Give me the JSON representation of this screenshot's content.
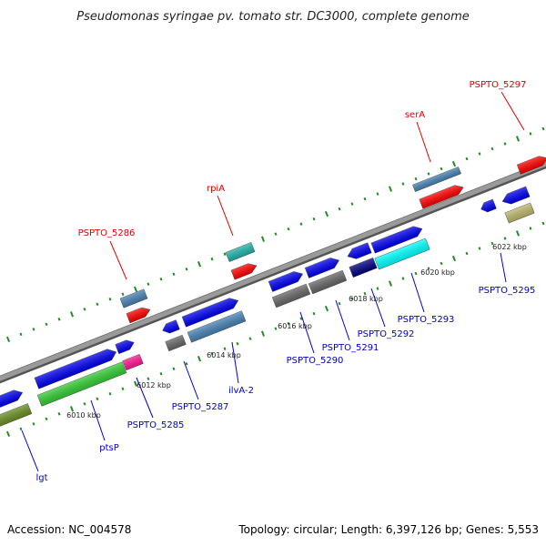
{
  "title": "Pseudomonas syringae pv. tomato str. DC3000, complete genome",
  "footer": {
    "accession": "Accession: NC_004578",
    "topology": "Topology: circular; Length: 6,397,126 bp; Genes: 5,553"
  },
  "kbp_labels": [
    "6010 kbp",
    "6012 kbp",
    "6014 kbp",
    "6016 kbp",
    "6018 kbp",
    "6020 kbp",
    "6022 kbp"
  ],
  "gene_labels_red": [
    "PSPTO_5286",
    "rpiA",
    "serA",
    "PSPTO_5297"
  ],
  "gene_labels_blue": [
    "lgt",
    "ptsP",
    "PSPTO_5285",
    "PSPTO_5287",
    "ilvA-2",
    "PSPTO_5290",
    "PSPTO_5291",
    "PSPTO_5292",
    "PSPTO_5293",
    "PSPTO_5295"
  ],
  "colors": {
    "blue": "#0000ee",
    "steelblue": "#4682b4",
    "grey": "#666666",
    "green": "#33cc33",
    "olive": "#6b8e23",
    "khaki": "#bdb76b",
    "cyan": "#00ffff",
    "darkcyan": "#20b2aa",
    "navy": "#000080",
    "red": "#ff0000",
    "magenta": "#ff1493",
    "backbone": "#888888",
    "tick": "#228b22",
    "label_red": "#e00000",
    "label_blue": "#0000cc"
  }
}
